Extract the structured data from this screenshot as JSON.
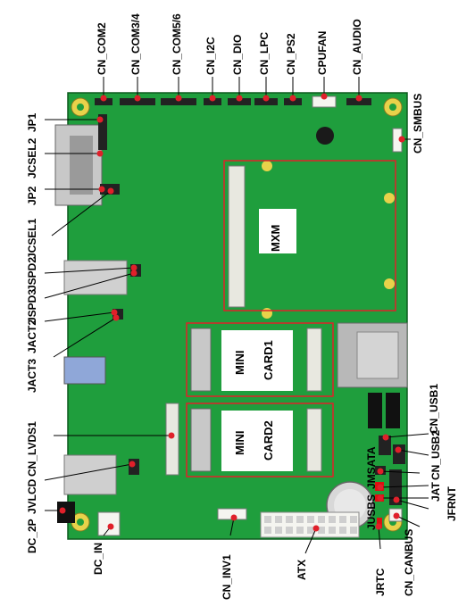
{
  "board": {
    "top_connectors": [
      "CN_COM2",
      "CN_COM3/4",
      "CN_COM5/6",
      "CN_I2C",
      "CN_DIO",
      "CN_LPC",
      "CN_PS2",
      "CPUFAN",
      "CN_AUDIO"
    ],
    "left_connectors": [
      "JP1",
      "JCSEL2",
      "JP2",
      "JCSEL1",
      "JSPD2",
      "JSPD3",
      "JACT2",
      "JACT3",
      "CN_LVDS1",
      "JVLCD",
      "DC_2P"
    ],
    "right_connectors": [
      "CN_SMBUS",
      "CN_USB1",
      "CN_USB2",
      "JMSATA",
      "JUSBS",
      "JAT",
      "JFRNT",
      "CN_CANBUS"
    ],
    "bottom_connectors": [
      "DC_IN",
      "CN_INV1",
      "ATX",
      "JRTC"
    ],
    "slots": {
      "mxm": "MXM",
      "mini": "MINI",
      "card1": "CARD1",
      "card2": "CARD2"
    },
    "colors": {
      "pcb": "#1f9e3d",
      "leader": "#e0202a",
      "pin": "#222222"
    }
  }
}
